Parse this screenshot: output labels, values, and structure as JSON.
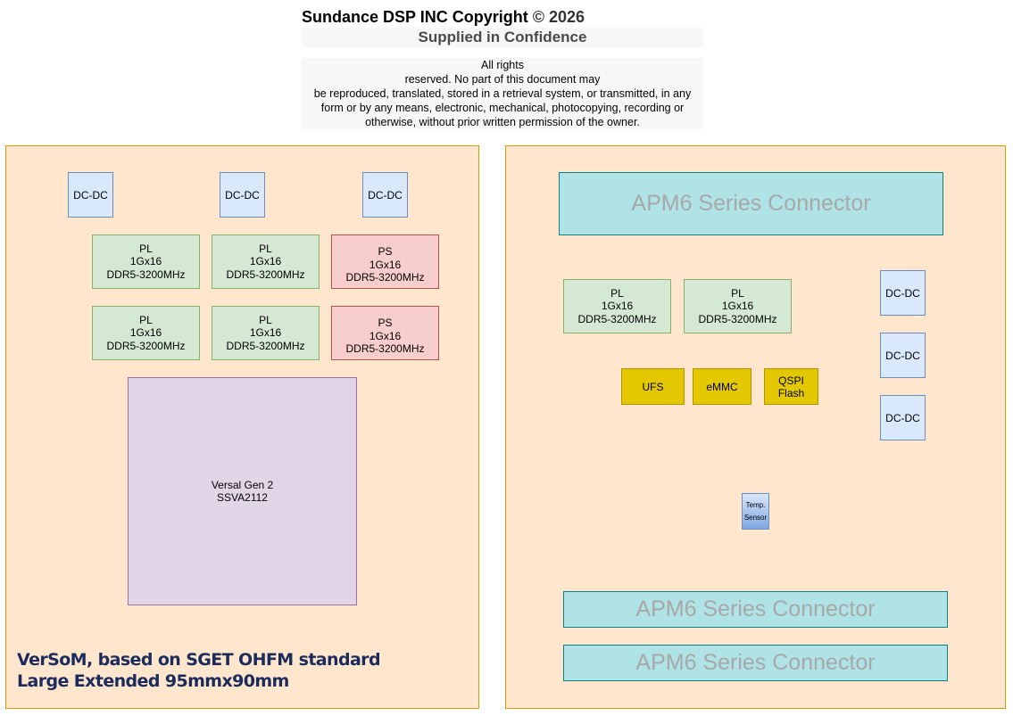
{
  "header": {
    "title": "Sundance DSP INC Copyright",
    "copyright_symbol": "©",
    "year": "2026",
    "subtitle": "Supplied in Confidence",
    "notice_lines": [
      "All rights",
      "reserved.  No part of this document may",
      "be reproduced, translated, stored in a retrieval system, or transmitted, in any",
      "form or by any means, electronic, mechanical, photocopying, recording or",
      "otherwise, without prior written permission of the owner."
    ]
  },
  "left_board": {
    "dcdc": [
      "DC-DC",
      "DC-DC",
      "DC-DC"
    ],
    "pl_memory": [
      {
        "type": "PL",
        "size": "1Gx16",
        "spec": "DDR5-3200MHz"
      },
      {
        "type": "PL",
        "size": "1Gx16",
        "spec": "DDR5-3200MHz"
      },
      {
        "type": "PL",
        "size": "1Gx16",
        "spec": "DDR5-3200MHz"
      },
      {
        "type": "PL",
        "size": "1Gx16",
        "spec": "DDR5-3200MHz"
      }
    ],
    "ps_memory": [
      {
        "type": "PS",
        "size": "1Gx16",
        "spec": "DDR5-3200MHz"
      },
      {
        "type": "PS",
        "size": "1Gx16",
        "spec": "DDR5-3200MHz"
      }
    ],
    "soc": {
      "line1": "Versal Gen 2",
      "line2": "SSVA2112"
    },
    "caption": {
      "line1": "VerSoM, based on SGET OHFM standard",
      "line2": "Large Extended 95mmx90mm"
    }
  },
  "right_board": {
    "connectors": [
      "APM6 Series Connector",
      "APM6 Series Connector",
      "APM6 Series Connector"
    ],
    "pl_memory": [
      {
        "type": "PL",
        "size": "1Gx16",
        "spec": "DDR5-3200MHz"
      },
      {
        "type": "PL",
        "size": "1Gx16",
        "spec": "DDR5-3200MHz"
      }
    ],
    "storage": [
      {
        "line1": "UFS",
        "line2": ""
      },
      {
        "line1": "eMMC",
        "line2": ""
      },
      {
        "line1": "QSPI",
        "line2": "Flash"
      }
    ],
    "dcdc": [
      "DC-DC",
      "DC-DC",
      "DC-DC"
    ],
    "temp_sensor": {
      "line1": "Temp.",
      "line2": "Sensor"
    }
  },
  "colors": {
    "board_fill": "#ffe6cc",
    "board_border": "#d79b00",
    "pl_fill": "#d5e8d4",
    "ps_fill": "#f8cecc",
    "dcdc_fill": "#dae8fc",
    "soc_fill": "#e1d5e7",
    "connector_fill": "#b0e3e6",
    "storage_fill": "#e3c800",
    "caption_text": "#1a2b5c"
  }
}
